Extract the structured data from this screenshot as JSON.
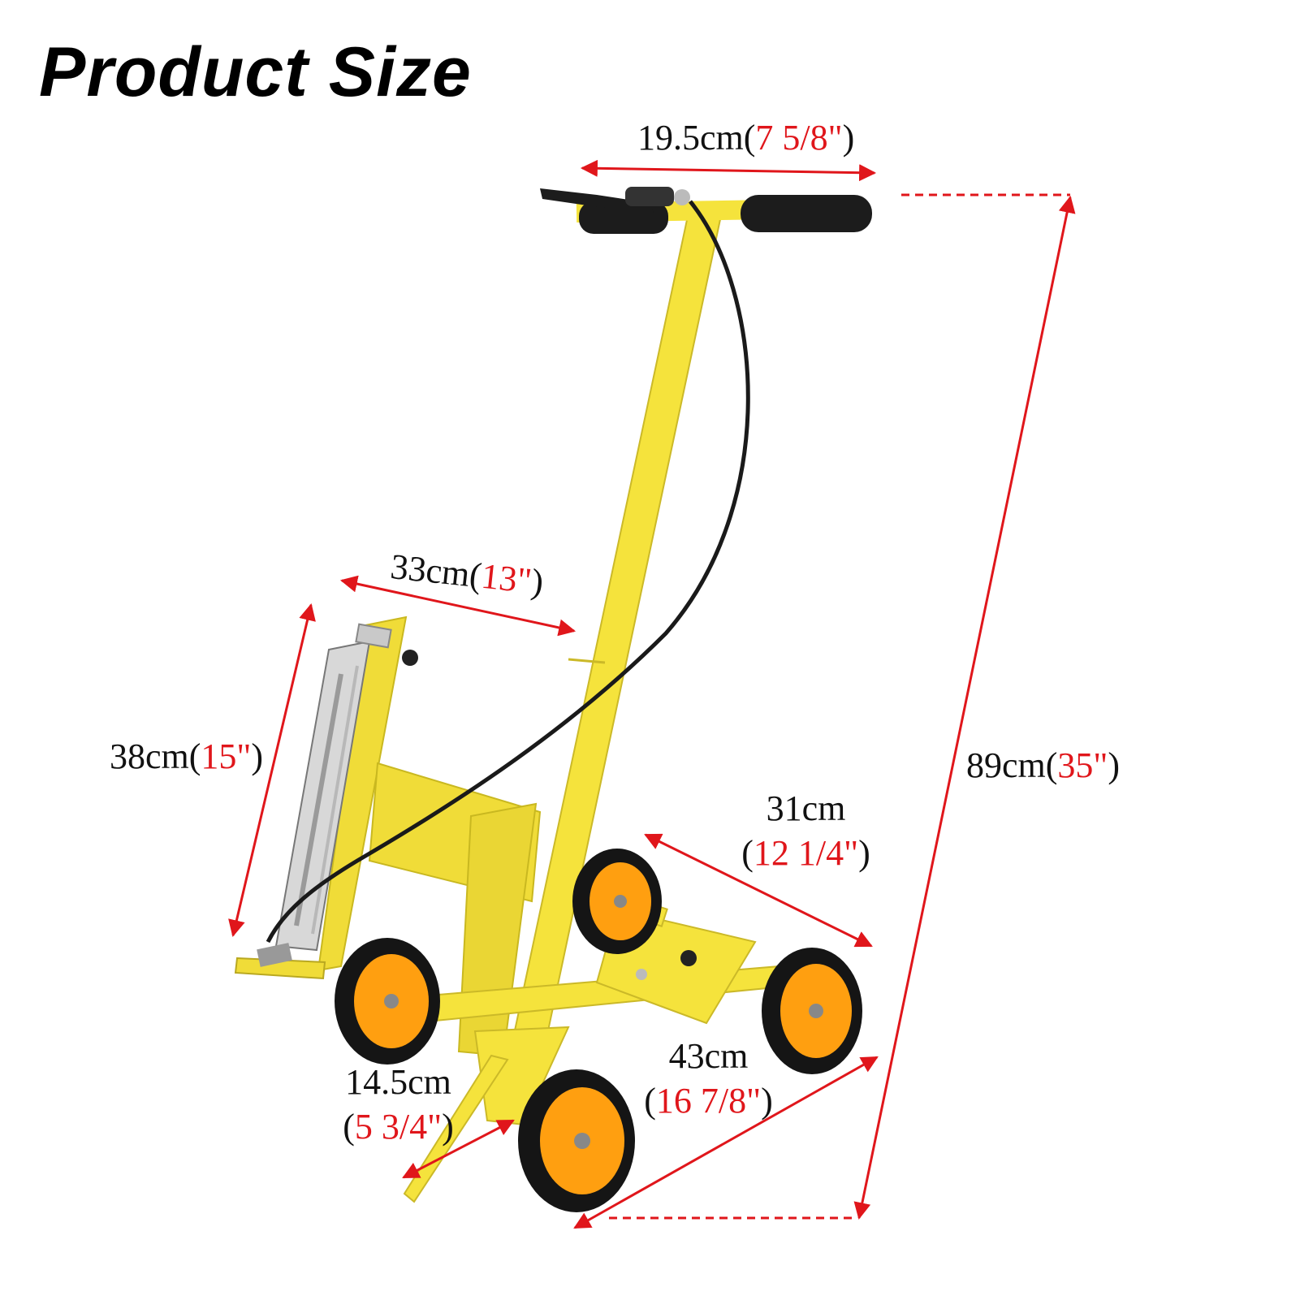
{
  "title": "Product Size",
  "colors": {
    "frame": "#f2e23a",
    "dimension_line": "#e0161b",
    "tire": "#151515",
    "hub": "#ff9f10"
  },
  "dimensions": {
    "handle_width": {
      "metric": "19.5cm",
      "imperial": "7 5/8\""
    },
    "total_height": {
      "metric": "89cm",
      "imperial": "35\""
    },
    "can_holder_reach": {
      "metric": "33cm",
      "imperial": "13\""
    },
    "can_holder_height": {
      "metric": "38cm",
      "imperial": "15\""
    },
    "wheel_track_rear": {
      "metric": "31cm",
      "imperial": "12 1/4\""
    },
    "base_length": {
      "metric": "43cm",
      "imperial": "16 7/8\""
    },
    "base_offset": {
      "metric": "14.5cm",
      "imperial": "5 3/4\""
    }
  }
}
